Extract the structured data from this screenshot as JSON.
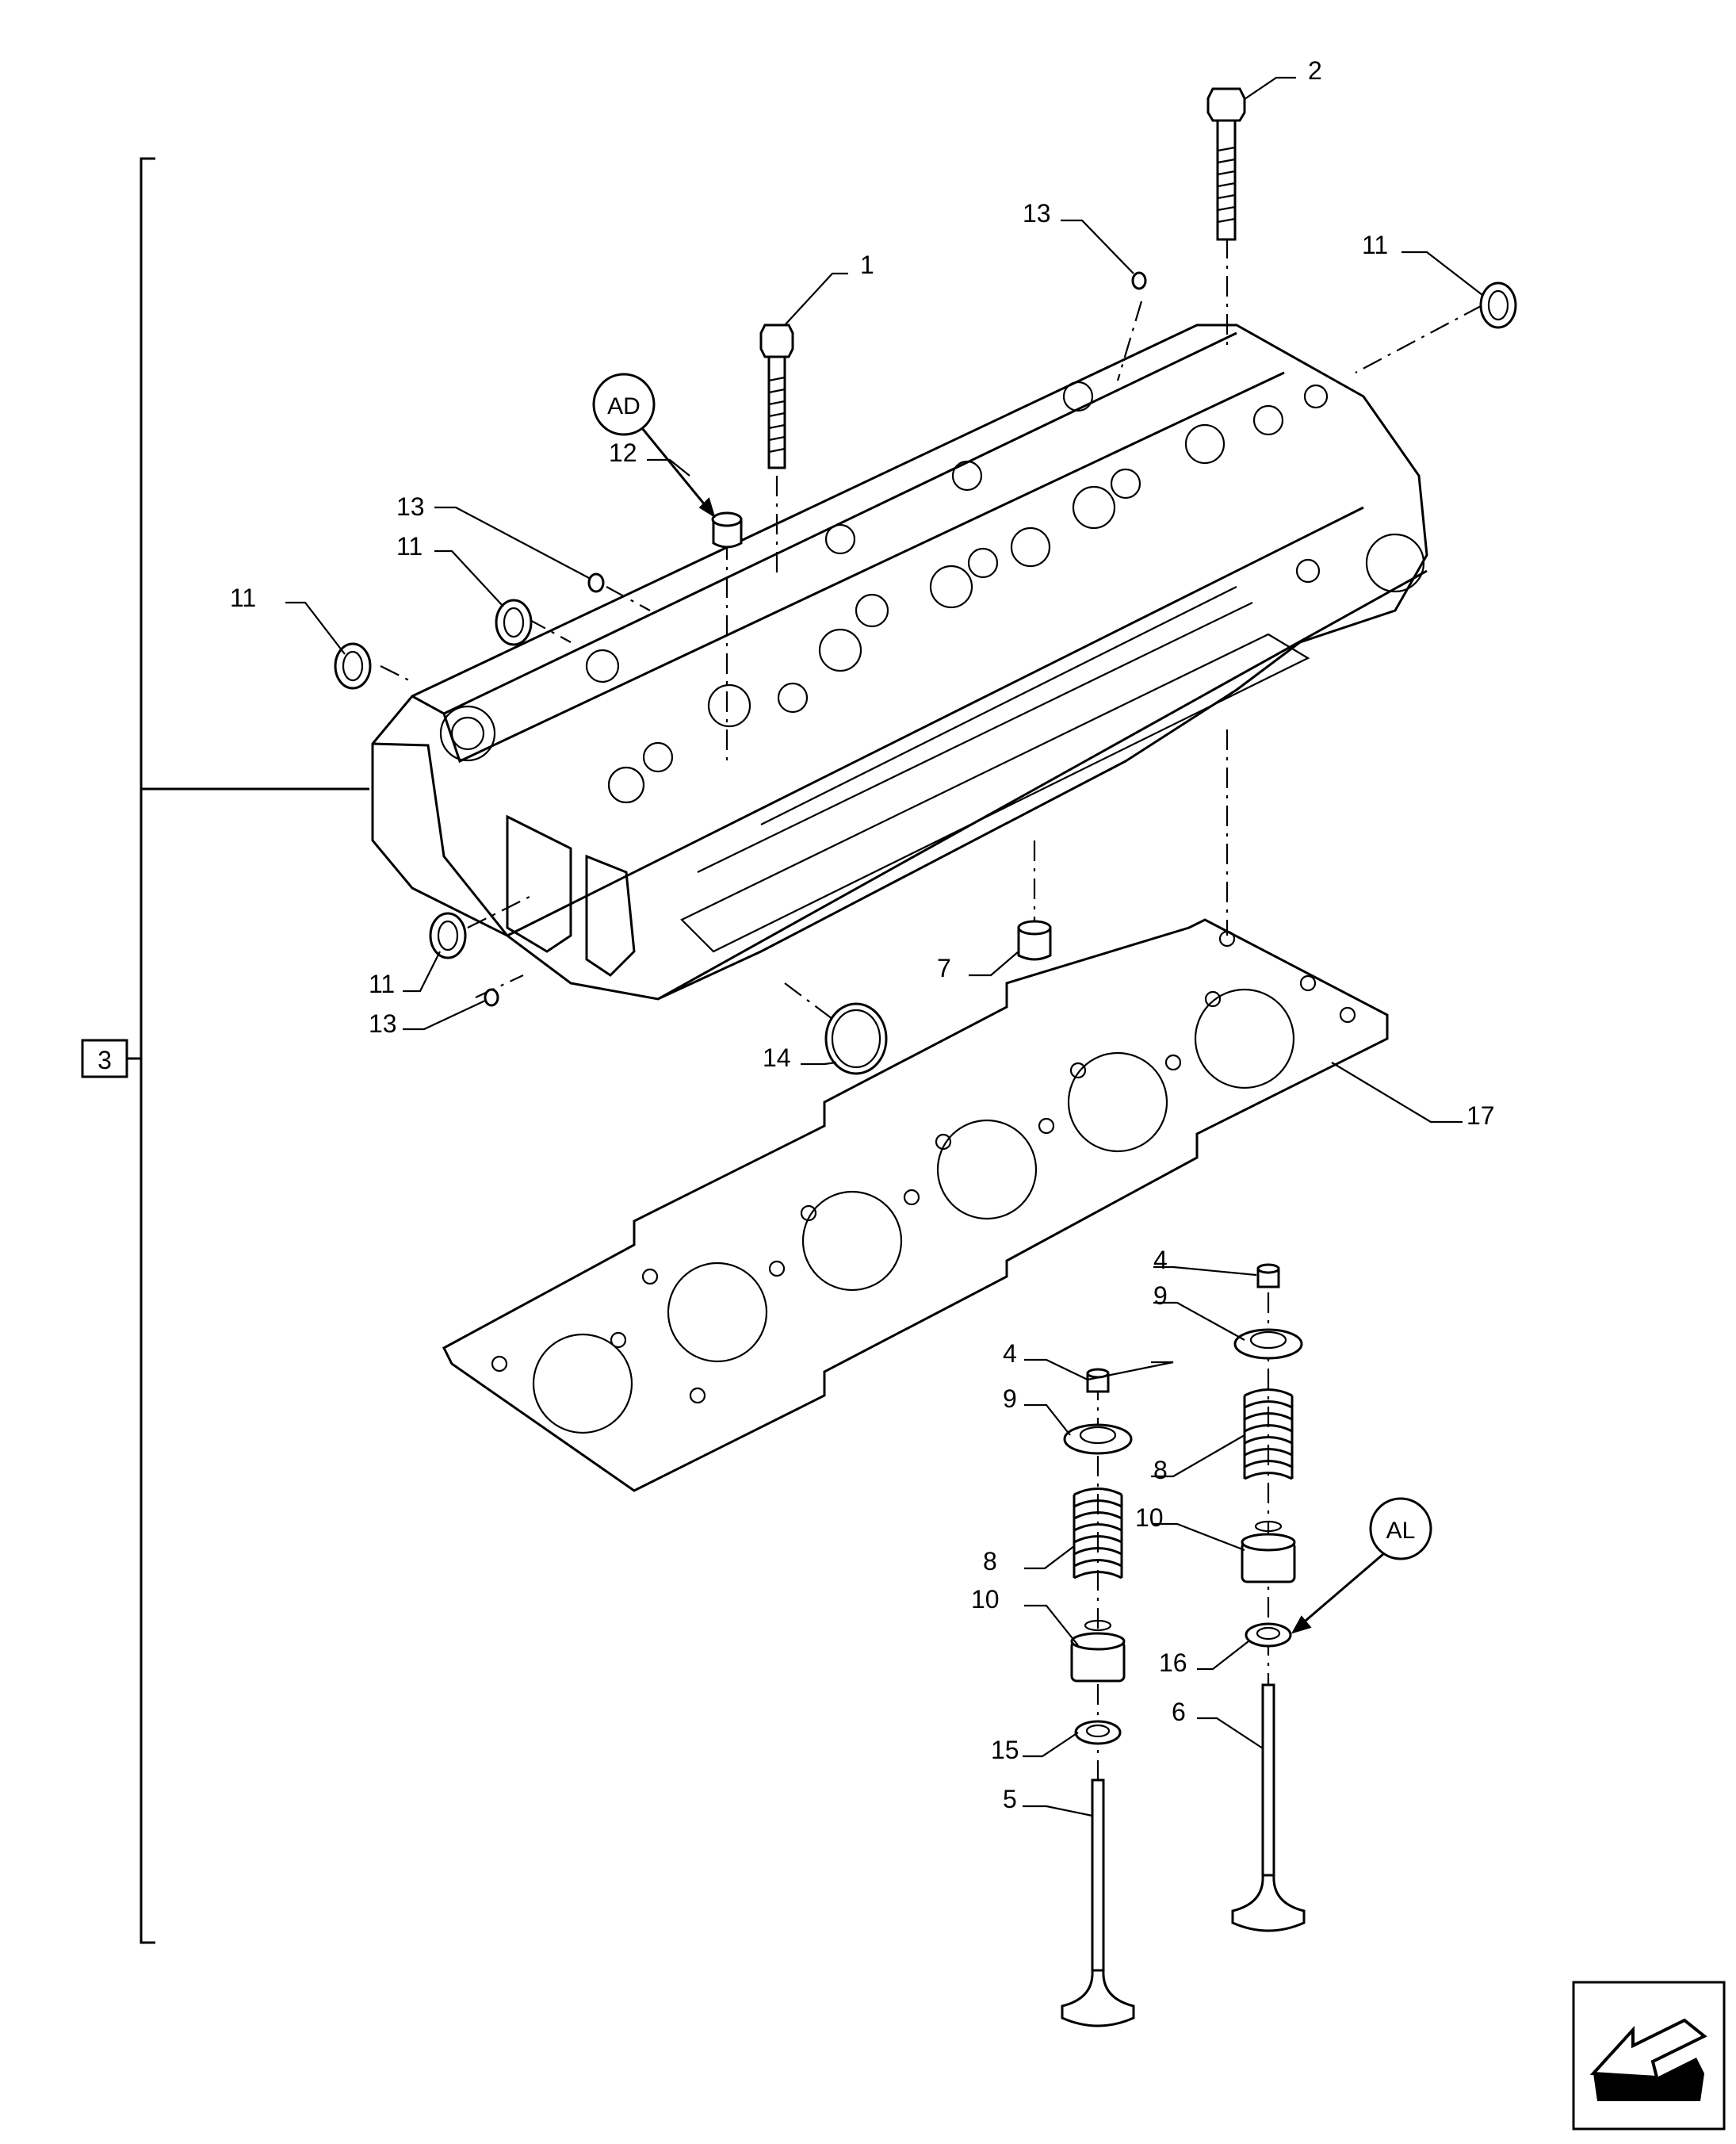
{
  "diagram": {
    "group_label": "3",
    "reference_circles": [
      "AD",
      "AL"
    ],
    "callouts": {
      "c1": "1",
      "c2": "2",
      "c13a": "13",
      "c11a": "11",
      "c12": "12",
      "c13b": "13",
      "c11b": "11",
      "c11c": "11",
      "c11d": "11",
      "c13c": "13",
      "c7": "7",
      "c14": "14",
      "c17": "17",
      "c4a": "4",
      "c9a": "9",
      "c8a": "8",
      "c10a": "10",
      "c15": "15",
      "c5": "5",
      "c4b": "4",
      "c9b": "9",
      "c8b": "8",
      "c10b": "10",
      "c16": "16",
      "c6": "6"
    },
    "nav_icon": "back-arrow-icon"
  }
}
